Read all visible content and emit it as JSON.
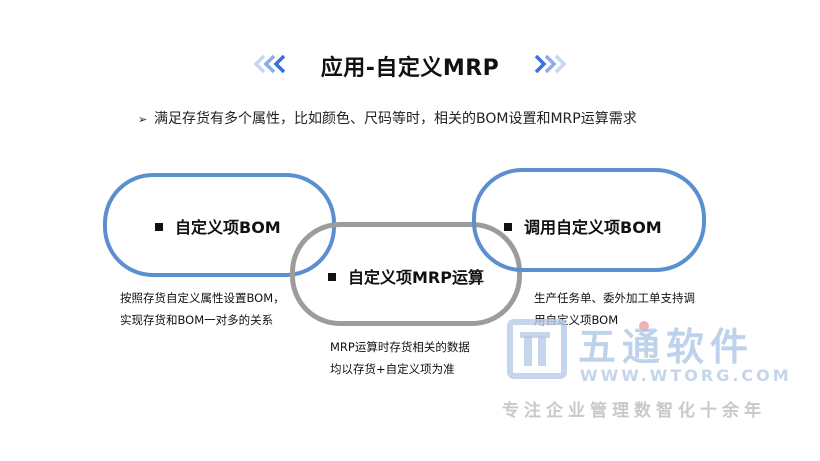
{
  "header": {
    "title": "应用-自定义MRP",
    "accent_color": "#3a6fe0",
    "left_decoration": "chevrons-left-icon",
    "right_decoration": "chevrons-right-icon"
  },
  "bullet": {
    "marker": "➢",
    "text": "满足存货有多个属性，比如颜色、尺码等时，相关的BOM设置和MRP运算需求"
  },
  "pills": {
    "left": {
      "label": "自定义项BOM",
      "border_color": "#5b8fd0"
    },
    "middle": {
      "label": "自定义项MRP运算",
      "border_color": "#9c9c9c"
    },
    "right": {
      "label": "调用自定义项BOM",
      "border_color": "#5b8fd0"
    }
  },
  "notes": {
    "left": {
      "line1": "按照存货自定义属性设置BOM，",
      "line2": "实现存货和BOM一对多的关系"
    },
    "middle": {
      "line1": "MRP运算时存货相关的数据",
      "line2": "均以存货+自定义项为准"
    },
    "right": {
      "line1": "生产任务单、委外加工单支持调",
      "line2": "用自定义项BOM"
    }
  },
  "watermark": {
    "brand": "五通软件",
    "url": "WWW.WTORG.COM",
    "slogan": "专注企业管理数智化十余年"
  }
}
